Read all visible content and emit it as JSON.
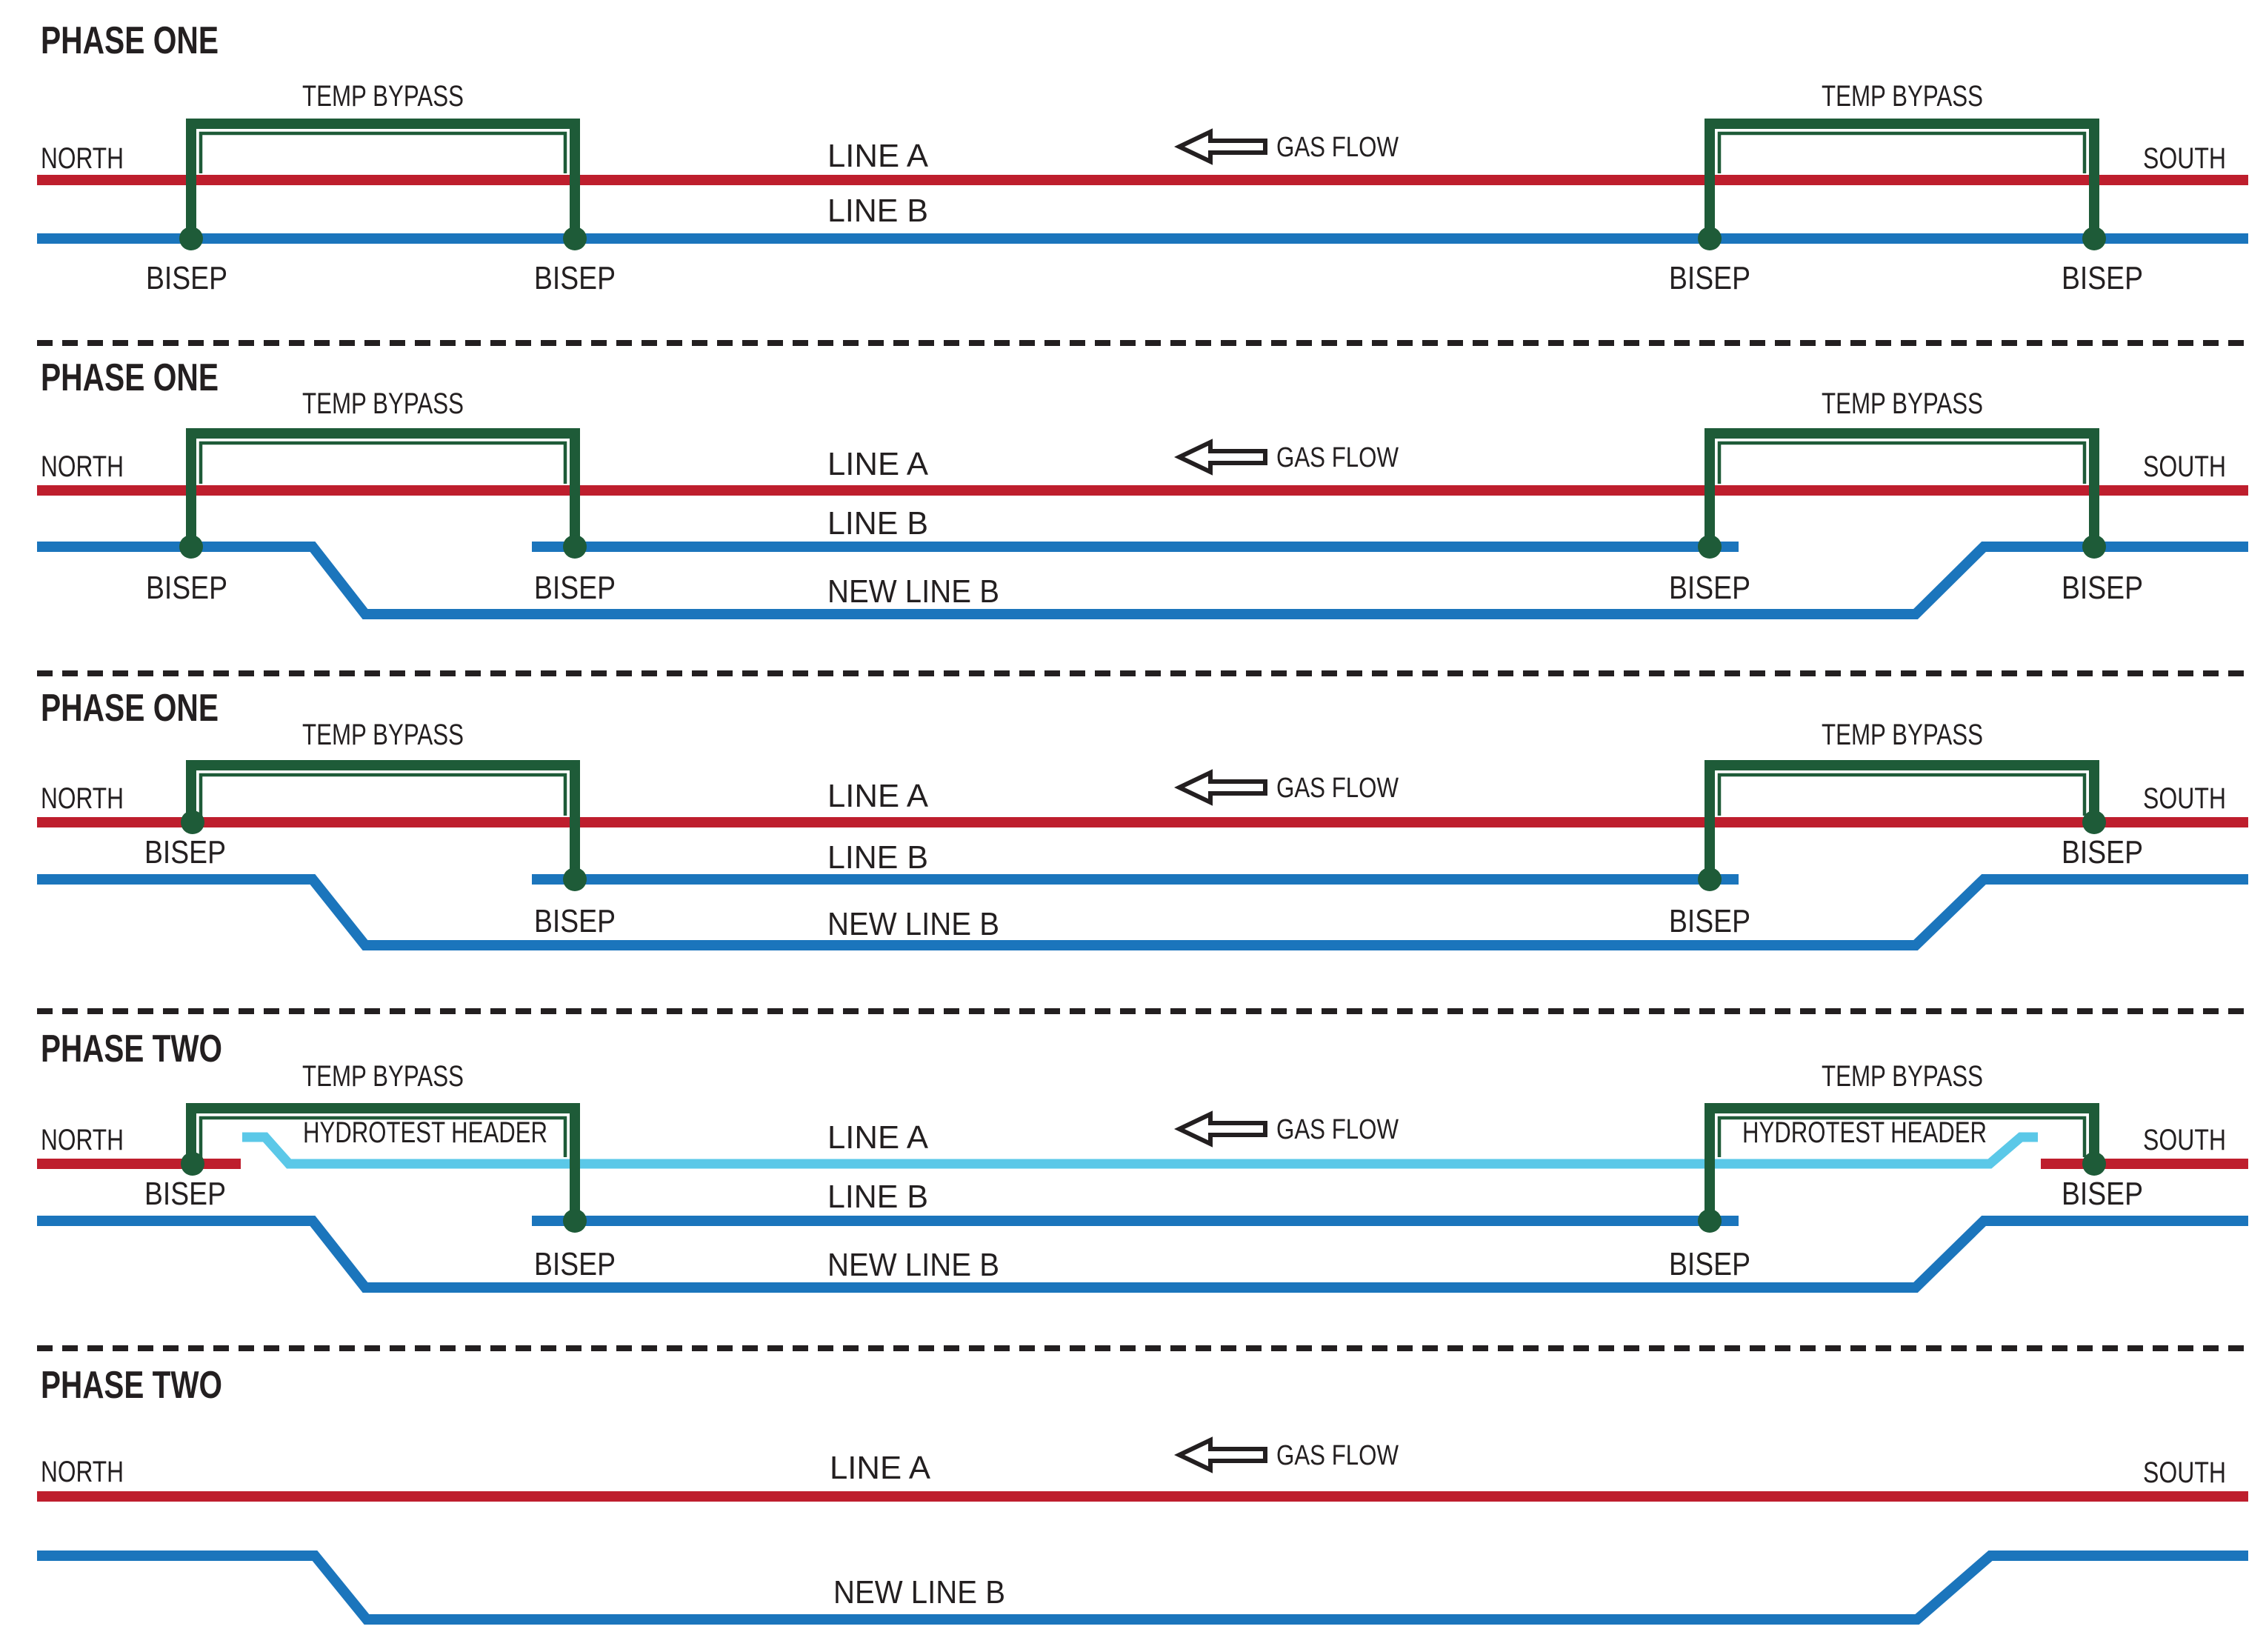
{
  "diagram": {
    "title_semantic": "Pipeline twinning / replacement phasing diagram",
    "colors": {
      "line_a_red": "#be1e2d",
      "line_b_blue": "#1b75bc",
      "hydrotest_cyan": "#5bc8e8",
      "bypass_green": "#1e5b38",
      "text": "#231f20",
      "separator": "#231f20",
      "arrow_fill": "#ffffff"
    },
    "panels": [
      {
        "phase": "PHASE ONE",
        "temp_bypass_left": "TEMP BYPASS",
        "temp_bypass_right": "TEMP BYPASS",
        "north": "NORTH",
        "south": "SOUTH",
        "gas_flow": "GAS FLOW",
        "line_a": "LINE A",
        "line_b": "LINE B",
        "bisep_labels": [
          "BISEP",
          "BISEP",
          "BISEP",
          "BISEP"
        ]
      },
      {
        "phase": "PHASE ONE",
        "temp_bypass_left": "TEMP BYPASS",
        "temp_bypass_right": "TEMP BYPASS",
        "north": "NORTH",
        "south": "SOUTH",
        "gas_flow": "GAS FLOW",
        "line_a": "LINE A",
        "line_b": "LINE B",
        "new_line_b": "NEW LINE B",
        "bisep_labels": [
          "BISEP",
          "BISEP",
          "BISEP",
          "BISEP"
        ]
      },
      {
        "phase": "PHASE ONE",
        "temp_bypass_left": "TEMP BYPASS",
        "temp_bypass_right": "TEMP BYPASS",
        "north": "NORTH",
        "south": "SOUTH",
        "gas_flow": "GAS FLOW",
        "line_a": "LINE A",
        "line_b": "LINE B",
        "new_line_b": "NEW LINE B",
        "bisep_labels": [
          "BISEP",
          "BISEP",
          "BISEP",
          "BISEP"
        ]
      },
      {
        "phase": "PHASE TWO",
        "temp_bypass_left": "TEMP BYPASS",
        "temp_bypass_right": "TEMP BYPASS",
        "hydrotest_left": "HYDROTEST HEADER",
        "hydrotest_right": "HYDROTEST HEADER",
        "north": "NORTH",
        "south": "SOUTH",
        "gas_flow": "GAS FLOW",
        "line_a": "LINE A",
        "line_b": "LINE B",
        "new_line_b": "NEW LINE B",
        "bisep_labels": [
          "BISEP",
          "BISEP",
          "BISEP",
          "BISEP"
        ]
      },
      {
        "phase": "PHASE TWO",
        "north": "NORTH",
        "south": "SOUTH",
        "gas_flow": "GAS FLOW",
        "line_a": "LINE A",
        "new_line_b": "NEW LINE B"
      }
    ]
  }
}
